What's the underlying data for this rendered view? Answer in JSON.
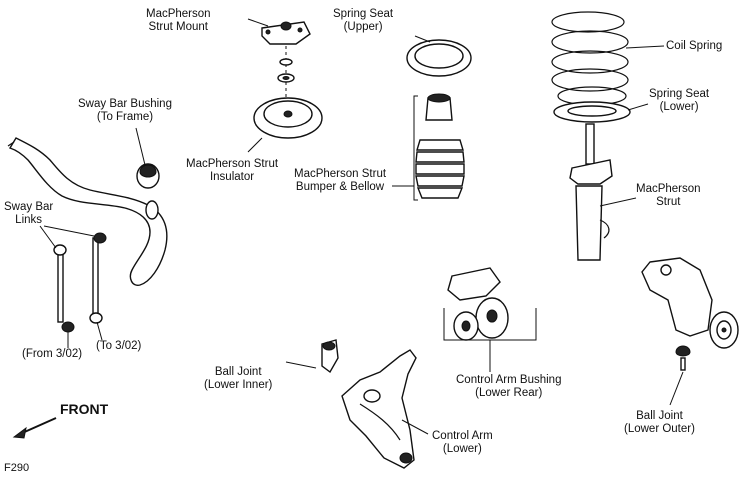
{
  "labels": {
    "strut_mount": [
      "MacPherson",
      "Strut Mount"
    ],
    "spring_seat_upper": [
      "Spring Seat",
      "(Upper)"
    ],
    "coil_spring": [
      "Coil Spring"
    ],
    "spring_seat_lower": [
      "Spring Seat",
      "(Lower)"
    ],
    "sway_bar_bushing": [
      "Sway Bar Bushing",
      "(To Frame)"
    ],
    "strut_insulator": [
      "MacPherson Strut",
      "Insulator"
    ],
    "bumper_bellow": [
      "MacPherson Strut",
      "Bumper & Bellow"
    ],
    "strut": [
      "MacPherson",
      "Strut"
    ],
    "sway_bar_links": [
      "Sway Bar",
      "Links"
    ],
    "from_302": [
      "(From 3/02)"
    ],
    "to_302": [
      "(To 3/02)"
    ],
    "control_arm_bushing": [
      "Control Arm Bushing",
      "(Lower Rear)"
    ],
    "ball_joint_inner": [
      "Ball Joint",
      "(Lower Inner)"
    ],
    "ball_joint_outer": [
      "Ball Joint",
      "(Lower Outer)"
    ],
    "control_arm": [
      "Control Arm",
      "(Lower)"
    ]
  },
  "front": "FRONT",
  "figure_code": "F290"
}
